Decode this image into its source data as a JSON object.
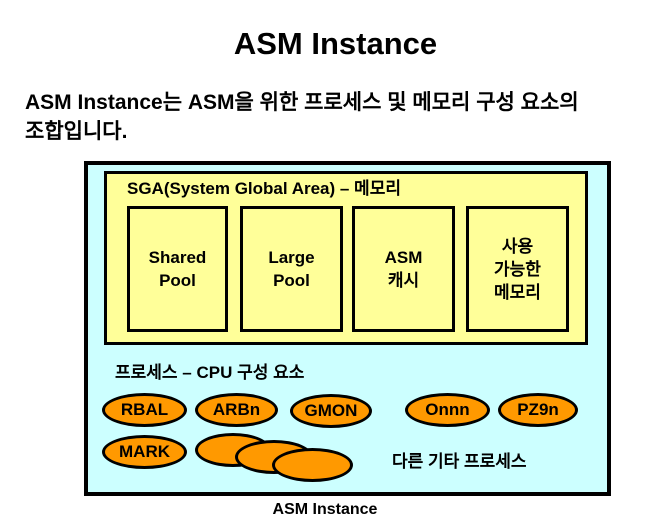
{
  "page": {
    "title": "ASM Instance",
    "intro_lines": [
      "ASM Instance는 ASM을 위한 프로세스 및 메모리 구성 요소의",
      "조합입니다."
    ],
    "caption": "ASM Instance"
  },
  "diagram": {
    "sga": {
      "label": "SGA(System Global Area) – 메모리",
      "blocks": [
        {
          "name": "shared-pool",
          "lines": [
            "Shared",
            "Pool"
          ]
        },
        {
          "name": "large-pool",
          "lines": [
            "Large",
            "Pool"
          ]
        },
        {
          "name": "asm-cache",
          "lines": [
            "ASM",
            "캐시"
          ]
        },
        {
          "name": "free-memory",
          "lines": [
            "사용",
            "가능한",
            "메모리"
          ]
        }
      ]
    },
    "processes": {
      "label": "프로세스 – CPU 구성 요소",
      "named": [
        "RBAL",
        "ARBn",
        "GMON",
        "Onnn",
        "PZ9n",
        "MARK"
      ],
      "unnamed_count": 3,
      "others_label": "다른 기타 프로세스"
    }
  },
  "colors": {
    "container_fill": "#CCFFFF",
    "memory_fill": "#FFFF99",
    "process_fill": "#FF9900",
    "border": "#000000",
    "text": "#000000",
    "background": "#FFFFFF"
  }
}
